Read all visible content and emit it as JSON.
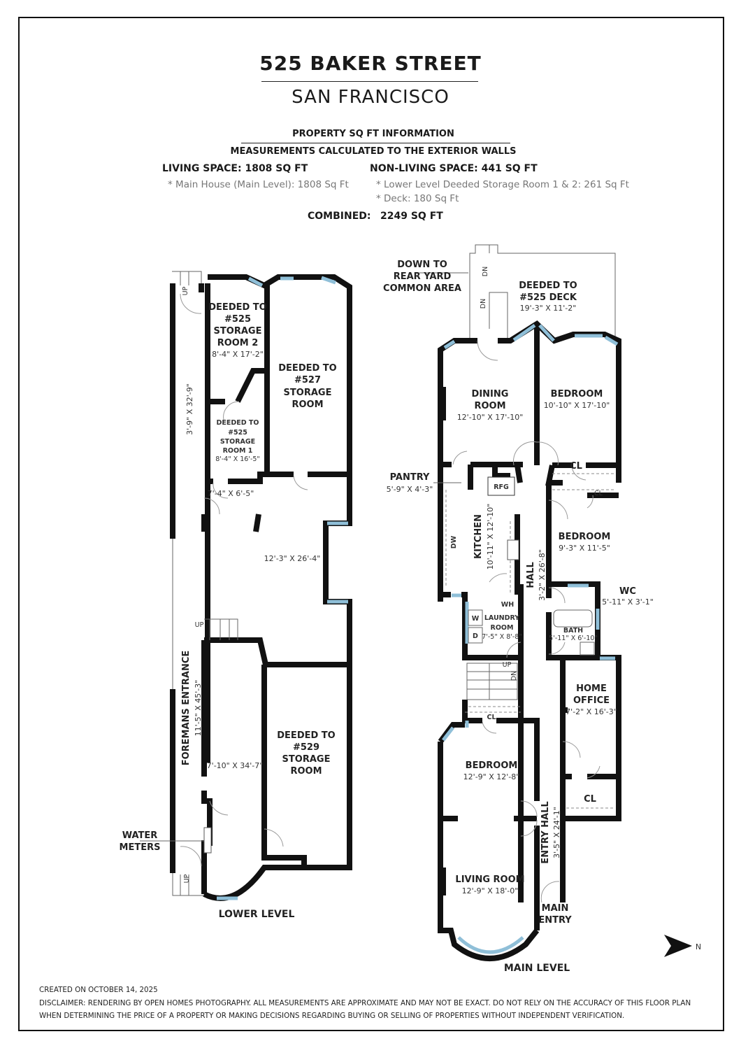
{
  "header": {
    "title": "525 BAKER STREET",
    "subtitle": "SAN FRANCISCO"
  },
  "info": {
    "heading": "PROPERTY SQ FT INFORMATION",
    "subheading": "MEASUREMENTS CALCULATED TO THE EXTERIOR WALLS",
    "living": {
      "label": "LIVING SPACE: 1808 SQ FT",
      "items": [
        "*   Main House (Main Level):   1808 Sq Ft"
      ]
    },
    "non_living": {
      "label": "NON-LIVING SPACE: 441 SQ FT",
      "items": [
        "*   Lower Level Deeded Storage Room 1 & 2:     261 Sq Ft",
        "*   Deck:     180 Sq Ft"
      ]
    },
    "combined_label": "COMBINED:",
    "combined_value": "2249 SQ FT"
  },
  "lower_level": {
    "label": "LOWER LEVEL",
    "storage2": [
      "DEEDED TO",
      "#525",
      "STORAGE",
      "ROOM 2",
      "8'-4\" X 17'-2\""
    ],
    "storage1": [
      "DEEDED TO",
      "#525",
      "STORAGE",
      "ROOM 1",
      "8'-4\" X 16'-5\""
    ],
    "storage527": [
      "DEEDED TO",
      "#527",
      "STORAGE",
      "ROOM"
    ],
    "storage529": [
      "DEEDED TO",
      "#529",
      "STORAGE",
      "ROOM"
    ],
    "side_passage": "3'-9\" X 32'-9\"",
    "small_hall": "7'-4\" X 6'-5\"",
    "center_room": "12'-3\" X 26'-4\"",
    "left_room": "7'-10\" X 34'-7\"",
    "foremans": "FOREMANS ENTRANCE",
    "foremans_dim": "11'-5\" X 45'-3\"",
    "water_meters": [
      "WATER",
      "METERS"
    ],
    "up": "UP"
  },
  "main_level": {
    "label": "MAIN LEVEL",
    "rear_yard": [
      "DOWN TO",
      "REAR YARD",
      "COMMON AREA"
    ],
    "deck": [
      "DEEDED TO",
      "#525 DECK",
      "19'-3\" X 11'-2\""
    ],
    "dining": [
      "DINING",
      "ROOM",
      "12'-10\" X 17'-10\""
    ],
    "bedroom1": [
      "BEDROOM",
      "10'-10\" X 17'-10\""
    ],
    "pantry": [
      "PANTRY",
      "5'-9\" X 4'-3\""
    ],
    "rfg": "RFG",
    "kitchen": [
      "KITCHEN",
      "10'-11\" X 12'-10\""
    ],
    "dw": "DW",
    "bedroom2": [
      "BEDROOM",
      "9'-3\" X 11'-5\""
    ],
    "hall": [
      "HALL",
      "3'-2\" X 26'-8\""
    ],
    "wc": [
      "WC",
      "5'-11\" X 3'-1\""
    ],
    "bath": [
      "BATH",
      "5'-11\" X 6'-10\""
    ],
    "laundry": [
      "LAUNDRY",
      "ROOM",
      "7'-5\" X 8'-8\""
    ],
    "wh": "WH",
    "w": "W",
    "d": "D",
    "home_office": [
      "HOME",
      "OFFICE",
      "7'-2\" X 16'-3\""
    ],
    "cl": "CL",
    "bedroom3": [
      "BEDROOM",
      "12'-9\" X 12'-8\""
    ],
    "living": [
      "LIVING ROOM",
      "12'-9\" X 18'-0\""
    ],
    "entry_hall": [
      "ENTRY HALL",
      "3'-5\" X 24'-1\""
    ],
    "main_entry": [
      "MAIN",
      "ENTRY"
    ],
    "up": "UP",
    "dn": "DN",
    "north": "N"
  },
  "footer": {
    "created": "CREATED ON OCTOBER 14, 2025",
    "disclaimer1": "DISCLAIMER: RENDERING BY OPEN HOMES PHOTOGRAPHY. ALL MEASUREMENTS ARE APPROXIMATE AND MAY NOT BE EXACT. DO NOT RELY ON THE ACCURACY OF THIS FLOOR PLAN",
    "disclaimer2": "WHEN DETERMINING THE PRICE OF A PROPERTY OR MAKING DECISIONS REGARDING BUYING OR SELLING OF PROPERTIES WITHOUT INDEPENDENT VERIFICATION."
  },
  "colors": {
    "wall": "#111111",
    "window": "#8fbfd8"
  }
}
